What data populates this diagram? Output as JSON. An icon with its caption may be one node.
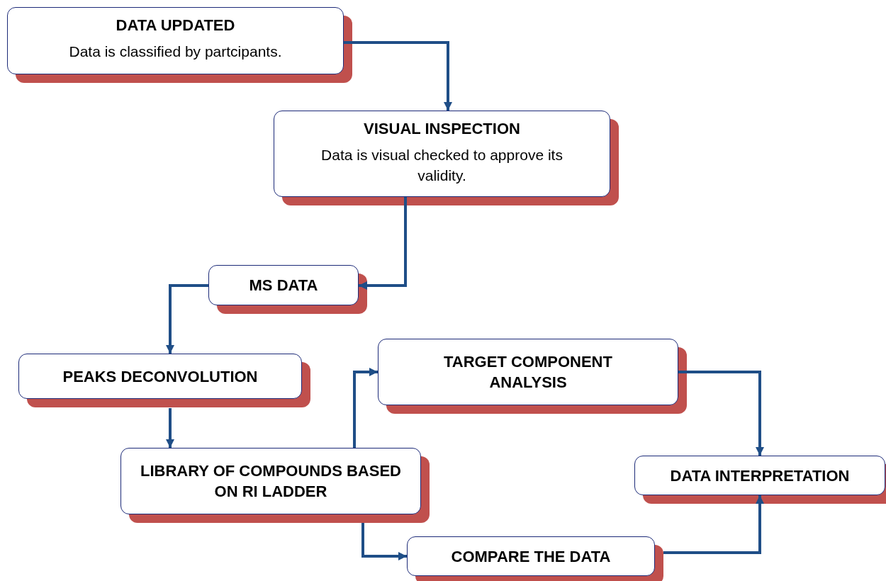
{
  "diagram": {
    "nodes": [
      {
        "text": [
          "DATA UPDATED",
          "Data is classified by partcipants."
        ]
      },
      {
        "text": [
          "VISUAL INSPECTION",
          "Data is visual checked to approve its validity."
        ]
      },
      {
        "text": [
          "MS DATA"
        ]
      },
      {
        "text": [
          "PEAKS DECONVOLUTION"
        ]
      },
      {
        "text": [
          "LIBRARY OF COMPOUNDS BASED ON RI LADDER"
        ]
      },
      {
        "text": [
          "TARGET COMPONENT ANALYSIS"
        ]
      },
      {
        "text": [
          "DATA INTERPRETATION"
        ]
      },
      {
        "text": [
          "COMPARE THE DATA"
        ]
      }
    ],
    "edges": [
      {
        "from": 0,
        "to": 1,
        "arrow": "to"
      },
      {
        "from": 1,
        "to": 2,
        "arrow": "to"
      },
      {
        "from": 2,
        "to": 3,
        "arrow": "to"
      },
      {
        "from": 3,
        "to": 4,
        "arrow": "to"
      },
      {
        "from": 4,
        "to": 5,
        "arrow": "to"
      },
      {
        "from": 4,
        "to": 7,
        "arrow": "to"
      },
      {
        "from": 5,
        "to": 6,
        "arrow": "to"
      },
      {
        "from": 7,
        "to": 6,
        "arrow": "to"
      }
    ]
  }
}
